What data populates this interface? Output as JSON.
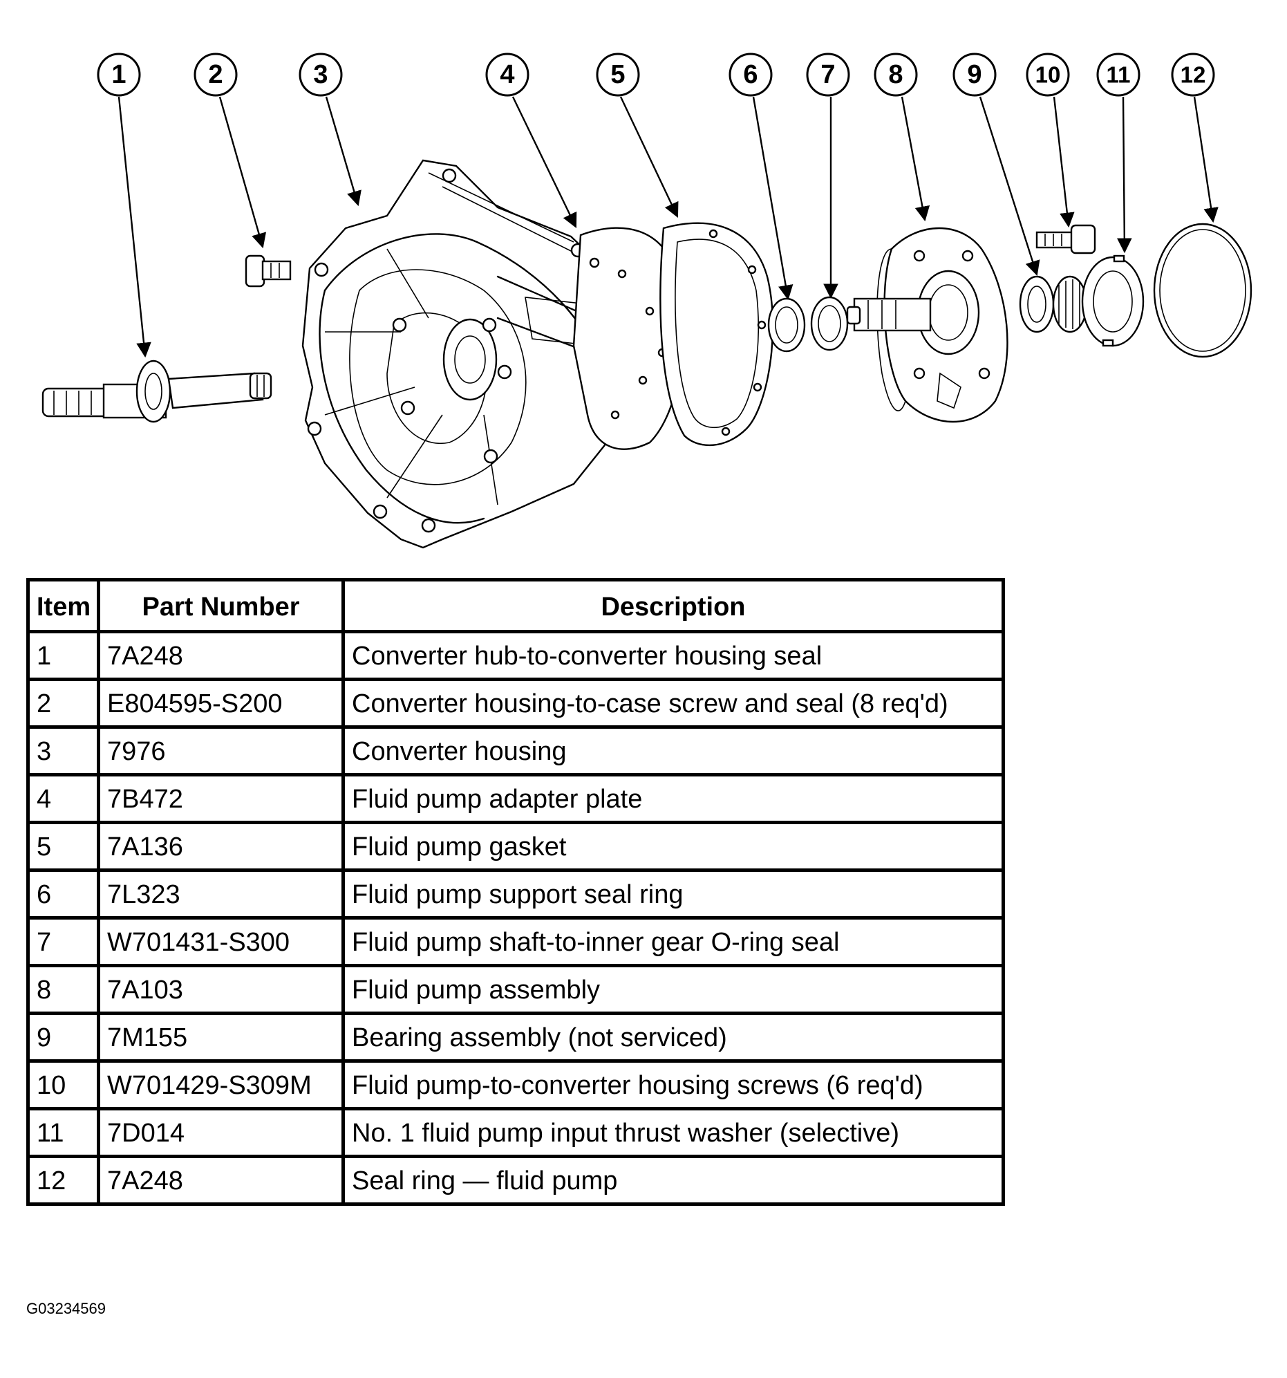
{
  "callouts": [
    {
      "label": "1"
    },
    {
      "label": "2"
    },
    {
      "label": "3"
    },
    {
      "label": "4"
    },
    {
      "label": "5"
    },
    {
      "label": "6"
    },
    {
      "label": "7"
    },
    {
      "label": "8"
    },
    {
      "label": "9"
    },
    {
      "label": "10"
    },
    {
      "label": "11"
    },
    {
      "label": "12"
    }
  ],
  "table": {
    "headers": {
      "item": "Item",
      "part_number": "Part Number",
      "description": "Description"
    },
    "rows": [
      {
        "item": "1",
        "part_number": "7A248",
        "description": "Converter hub-to-converter housing seal"
      },
      {
        "item": "2",
        "part_number": "E804595-S200",
        "description": "Converter housing-to-case screw and seal (8 req'd)"
      },
      {
        "item": "3",
        "part_number": "7976",
        "description": "Converter housing"
      },
      {
        "item": "4",
        "part_number": "7B472",
        "description": "Fluid pump adapter plate"
      },
      {
        "item": "5",
        "part_number": "7A136",
        "description": "Fluid pump gasket"
      },
      {
        "item": "6",
        "part_number": "7L323",
        "description": "Fluid pump support seal ring"
      },
      {
        "item": "7",
        "part_number": "W701431-S300",
        "description": "Fluid pump shaft-to-inner gear O-ring seal"
      },
      {
        "item": "8",
        "part_number": "7A103",
        "description": "Fluid pump assembly"
      },
      {
        "item": "9",
        "part_number": "7M155",
        "description": "Bearing assembly (not serviced)"
      },
      {
        "item": "10",
        "part_number": "W701429-S309M",
        "description": "Fluid pump-to-converter housing screws (6 req'd)"
      },
      {
        "item": "11",
        "part_number": "7D014",
        "description": "No. 1 fluid pump input thrust washer (selective)"
      },
      {
        "item": "12",
        "part_number": "7A248",
        "description": "Seal ring — fluid pump"
      }
    ]
  },
  "figure_id": "G03234569"
}
